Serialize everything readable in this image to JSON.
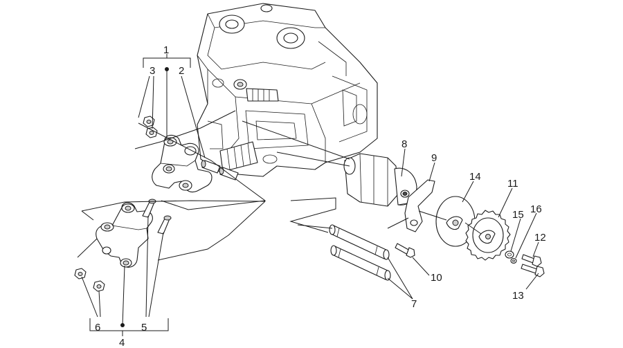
{
  "callouts": {
    "c1": "1",
    "c2": "2",
    "c3": "3",
    "c4": "4",
    "c5": "5",
    "c6": "6",
    "c7": "7",
    "c8": "8",
    "c9": "9",
    "c10": "10",
    "c11": "11",
    "c12": "12",
    "c13": "13",
    "c14": "14",
    "c15": "15",
    "c16": "16"
  },
  "colors": {
    "line": "#1a1a1a",
    "shade": "#cfcfcf",
    "background": "#ffffff"
  }
}
